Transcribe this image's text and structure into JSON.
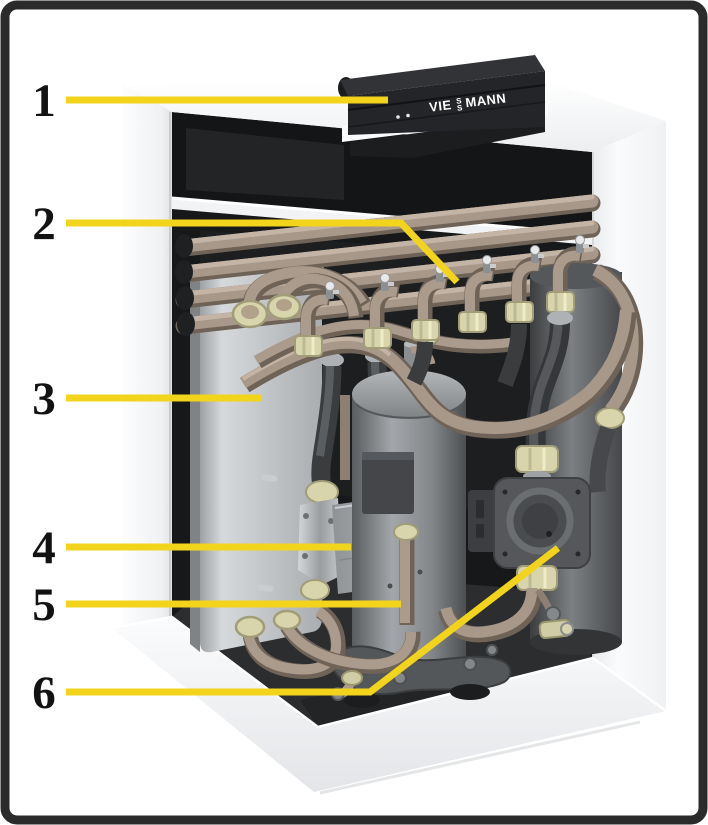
{
  "figure": {
    "brand": {
      "full": "VIESMANN",
      "prefix": "VIE",
      "stacked_top": "S",
      "stacked_bottom": "S",
      "suffix": "MANN"
    },
    "callouts": [
      {
        "label": "1"
      },
      {
        "label": "2"
      },
      {
        "label": "3"
      },
      {
        "label": "4"
      },
      {
        "label": "5"
      },
      {
        "label": "6"
      }
    ],
    "colors": {
      "leader_line": "#F2D41C",
      "frame_border": "#2B2B2B",
      "background": "#FFFFFF",
      "cabinet_white": "#F4F5F6",
      "interior_dark": "#17181A",
      "pipe_copper": "#A8988A",
      "pipe_insulated": "#46484B",
      "fitting_brass": "#D8D5AD",
      "metal_gray": "#9CA0A3",
      "control_unit_black": "#232528",
      "logo_text": "#FFFFFF"
    }
  }
}
